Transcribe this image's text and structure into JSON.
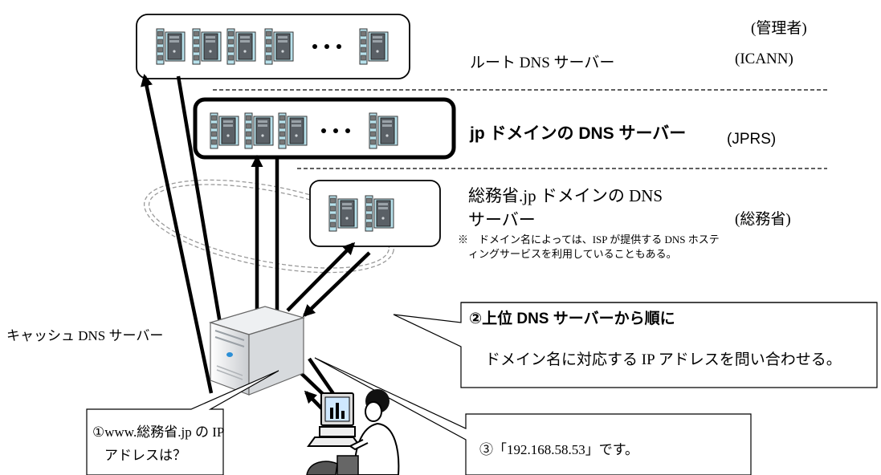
{
  "tiers": {
    "root": {
      "label": "ルート DNS サーバー",
      "admin": "(ICANN)"
    },
    "jp": {
      "label": "jp ドメインの DNS サーバー",
      "admin": "(JPRS)"
    },
    "soumu": {
      "label_line1": "総務省.jp ドメインの DNS",
      "label_line2": "サーバー",
      "admin": "(総務省)"
    }
  },
  "admin_header": "(管理者)",
  "note": {
    "line1": "※　ドメイン名によっては、ISP が提供する DNS ホステ",
    "line2": "ィングサービスを利用していることもある。"
  },
  "cache_server_label": "キャッシュ DNS サーバー",
  "callouts": {
    "step2": {
      "title": "②上位 DNS サーバーから順に",
      "body": "ドメイン名に対応する IP アドレスを問い合わせる。"
    },
    "step1": {
      "line1": "①www.総務省.jp の IP",
      "line2": "アドレスは？"
    },
    "step3": {
      "text": "③「192.168.58.53」です。"
    }
  },
  "icons": {
    "server_rack": "server-tower-icon",
    "cache_server": "desktop-server-icon",
    "user": "user-at-computer-icon"
  },
  "colors": {
    "box_border": "#000000",
    "server_body": "#5a6066",
    "server_side": "#b8e2ec",
    "dashed_ellipse": "#9a9a9a"
  }
}
